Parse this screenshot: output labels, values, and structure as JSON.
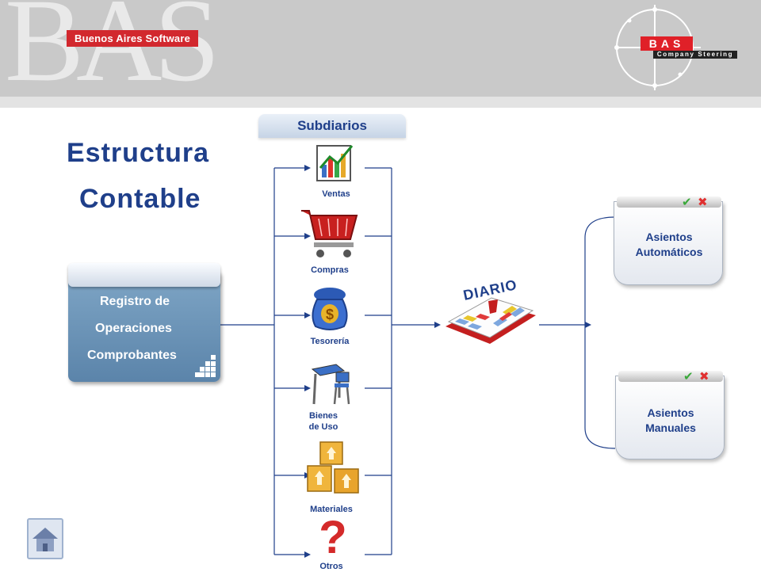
{
  "header": {
    "bas_letters": "BAS",
    "brand_tag": "Buenos Aires Software",
    "logo_text": "BAS",
    "logo_subtitle": "Company Steering"
  },
  "title": {
    "line1": "Estructura",
    "line2": "Contable"
  },
  "subdiarios": {
    "tab_label": "Subdiarios",
    "items": [
      {
        "label": "Ventas",
        "icon": "chart-icon"
      },
      {
        "label": "Compras",
        "icon": "shopping-cart-icon"
      },
      {
        "label": "Tesorería",
        "icon": "money-bag-icon"
      },
      {
        "label": "Bienes de Uso",
        "icon": "desk-chair-icon"
      },
      {
        "label": "Materiales",
        "icon": "boxes-icon"
      },
      {
        "label": "Otros",
        "icon": "question-mark-icon"
      }
    ]
  },
  "registro": {
    "line1": "Registro de",
    "line2": "Operaciones",
    "line3": "Comprobantes"
  },
  "diario": {
    "label": "DIARIO",
    "icon": "open-book-icon"
  },
  "asientos": {
    "automaticos": "Asientos Automáticos",
    "manuales": "Asientos Manuales"
  },
  "nav": {
    "home_icon": "home-icon"
  },
  "colors": {
    "title": "#1f3f8a",
    "connector": "#1f3f8a",
    "brand_red": "#d2282e"
  }
}
